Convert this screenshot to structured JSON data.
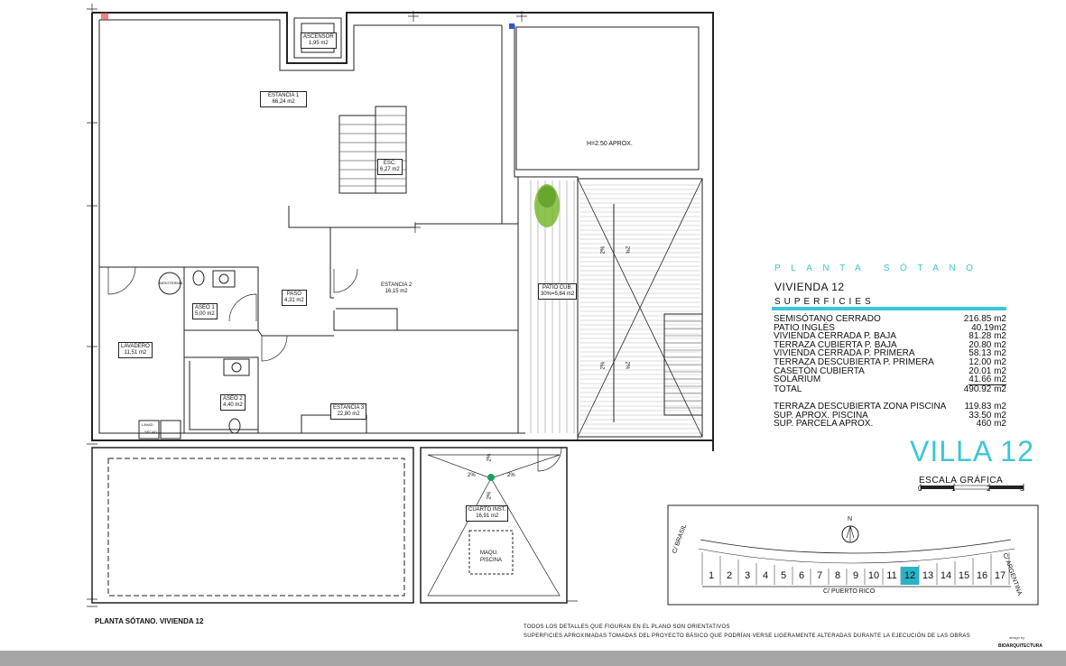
{
  "plan": {
    "title": "PLANTA SÓTANO. VIVIENDA 12",
    "rooms": [
      {
        "name": "ASCENSOR",
        "area": "1,95 m2"
      },
      {
        "name": "ESTANCIA 1",
        "area": "66,24 m2"
      },
      {
        "name": "ESC.",
        "area": "6,27 m2"
      },
      {
        "name": "PASO",
        "area": "4,31 m2"
      },
      {
        "name": "ESTANCIA 2",
        "area": "16,15 m2"
      },
      {
        "name": "ASEO 1",
        "area": "5,00 m2"
      },
      {
        "name": "LAVADERO",
        "area": "11,51 m2"
      },
      {
        "name": "ASEO 2",
        "area": "4,40 m2"
      },
      {
        "name": "ESTANCIA 3",
        "area": "22,80 m2"
      },
      {
        "name": "PATIO CUB.",
        "area": "30%=5,84 m2"
      },
      {
        "name": "CUARTO INST.",
        "area": "16,91 m2"
      }
    ],
    "labels": {
      "height_note": "H=2.50 APROX.",
      "maq_line1": "MAQU.",
      "maq_line2": "PISCINA",
      "lavad_line1": "LAVAD.",
      "lavad_line2": "SECAD.",
      "aerotermia": "AEROTERMIA"
    },
    "slopes": [
      "2%",
      "2%",
      "2%",
      "2%",
      "2%",
      "2%",
      "2%",
      "2%"
    ]
  },
  "summary": {
    "planta": "PLANTA SÓTANO",
    "vivienda": "VIVIENDA 12",
    "superficies": "SUPERFICIES",
    "rows": [
      {
        "label": "SEMISÓTANO CERRADO",
        "value": "216.85 m2"
      },
      {
        "label": "PATIO INGLÉS",
        "value": "40.19m2"
      },
      {
        "label": "VIVIENDA CERRADA P. BAJA",
        "value": "81.28 m2"
      },
      {
        "label": "TERRAZA CUBIERTA P. BAJA",
        "value": "20.80 m2"
      },
      {
        "label": "VIVIENDA CERRADA P. PRIMERA",
        "value": "58.13 m2"
      },
      {
        "label": "TERRAZA DESCUBIERTA P. PRIMERA",
        "value": "12.00 m2"
      },
      {
        "label": "CASETÓN CUBIERTA",
        "value": "20.01 m2"
      },
      {
        "label": "SOLARIUM",
        "value": "41.66 m2"
      },
      {
        "label": "TOTAL",
        "value": "490.92 m2"
      }
    ],
    "extra_rows": [
      {
        "label": "TERRAZA DESCUBIERTA  ZONA PISCINA",
        "value": "119.83 m2"
      },
      {
        "label": "SUP.  APROX.  PISCINA",
        "value": "33.50 m2"
      },
      {
        "label": "SUP. PARCELA APROX.",
        "value": "460 m2"
      }
    ]
  },
  "villa_title": "VILLA 12",
  "scale": {
    "label": "ESCALA GRÁFICA",
    "ticks": [
      "0",
      "1",
      "2",
      "3"
    ]
  },
  "site_map": {
    "north": "N",
    "street_left": "C/  BRASIL",
    "street_right": "C/  ARGENTINA",
    "street_bottom": "C/  PUERTO RICO",
    "villas": [
      "1",
      "2",
      "3",
      "4",
      "5",
      "6",
      "7",
      "8",
      "9",
      "10",
      "11",
      "12",
      "13",
      "14",
      "15",
      "16",
      "17"
    ],
    "highlighted": "12"
  },
  "notes": {
    "line1": "TODOS LOS DETALLES QUE FIGURAN EN EL PLANO SON ORIENTATIVOS",
    "line2": "SUPERFICIES APROXIMADAS TOMADAS DEL PROYECTO BÁSICO QUE PODRÍAN VERSE LIGERAMENTE ALTERADAS DURANTE LA EJECUCIÓN DE LAS OBRAS"
  },
  "credit": {
    "design_by": "design by",
    "studio": "BIOARQUITECTURA"
  },
  "colors": {
    "accent": "#3cc6d6",
    "highlight": "#2ab3c6",
    "tree": "#7ab832",
    "drain": "#1aa060"
  }
}
